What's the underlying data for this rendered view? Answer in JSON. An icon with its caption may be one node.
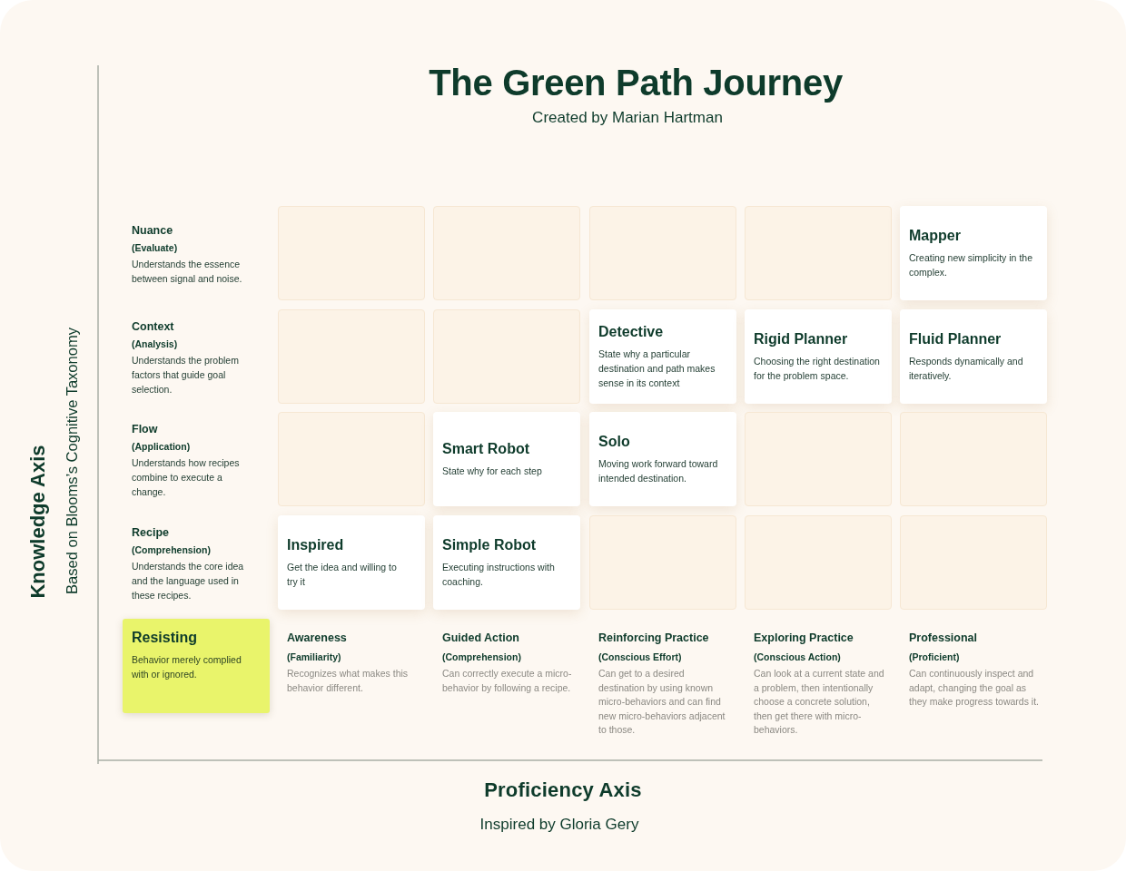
{
  "diagram": {
    "title": "The Green Path Journey",
    "nodes": [
      {
        "text": [],
        "shape": "box"
      },
      {
        "text": [],
        "shape": "box"
      },
      {
        "text": [],
        "shape": "box"
      },
      {
        "text": [],
        "shape": "box"
      },
      {
        "text": [
          "Mapper",
          "Creating new simplicity in the complex."
        ]
      },
      {
        "text": [],
        "shape": "box"
      },
      {
        "text": [],
        "shape": "box"
      },
      {
        "text": [
          "Detective",
          "State why a particular destination and path makes sense in its context"
        ]
      },
      {
        "text": [
          "Rigid Planner",
          "Choosing the right destination for the problem space."
        ]
      },
      {
        "text": [
          "Fluid Planner",
          "Responds dynamically and iteratively."
        ]
      },
      {
        "text": [],
        "shape": "box"
      },
      {
        "text": [
          "Smart Robot",
          "State why for each step"
        ]
      },
      {
        "text": [
          "Solo",
          "Moving work forward toward intended destination."
        ]
      },
      {
        "text": [],
        "shape": "box"
      },
      {
        "text": [],
        "shape": "box"
      },
      {
        "text": [
          "Inspired",
          "Get the idea and willing to try it"
        ]
      },
      {
        "text": [
          "Simple Robot",
          "Executing instructions with coaching."
        ]
      },
      {
        "text": [],
        "shape": "box"
      },
      {
        "text": [],
        "shape": "box"
      },
      {
        "text": [],
        "shape": "box"
      },
      {
        "text": [
          "Resisting",
          "Behavior merely complied with or ignored."
        ]
      }
    ],
    "labels": [
      "Created by Marian Hartman",
      "Knowledge Axis",
      "Based on Blooms’s Cognitive Taxonomy",
      "Nuance",
      "(Evaluate)",
      "Understands the essence between signal and noise.",
      "Context",
      "(Analysis)",
      "Understands the problem factors that guide goal selection.",
      "Flow",
      "(Application)",
      "Understands how recipes combine to execute a change.",
      "Recipe",
      "(Comprehension)",
      "Understands the core idea and the language used in these recipes.",
      "Awareness",
      "(Familiarity)",
      "Recognizes what makes this behavior different.",
      "Guided Action",
      "(Comprehension)",
      "Can correctly execute a micro-behavior by following a recipe.",
      "Reinforcing Practice",
      "(Conscious Effort)",
      "Can get to a desired destination by using known micro-behaviors and can find new micro-behaviors adjacent to those.",
      "Exploring Practice",
      "(Conscious Action)",
      "Can look at a current state and a problem, then intentionally choose a concrete solution, then get there with micro-behaviors.",
      "Professional",
      "(Proficient)",
      "Can continuously inspect and adapt, changing the goal as they make progress towards it.",
      "Proficiency Axis",
      "Inspired by Gloria Gery"
    ]
  }
}
